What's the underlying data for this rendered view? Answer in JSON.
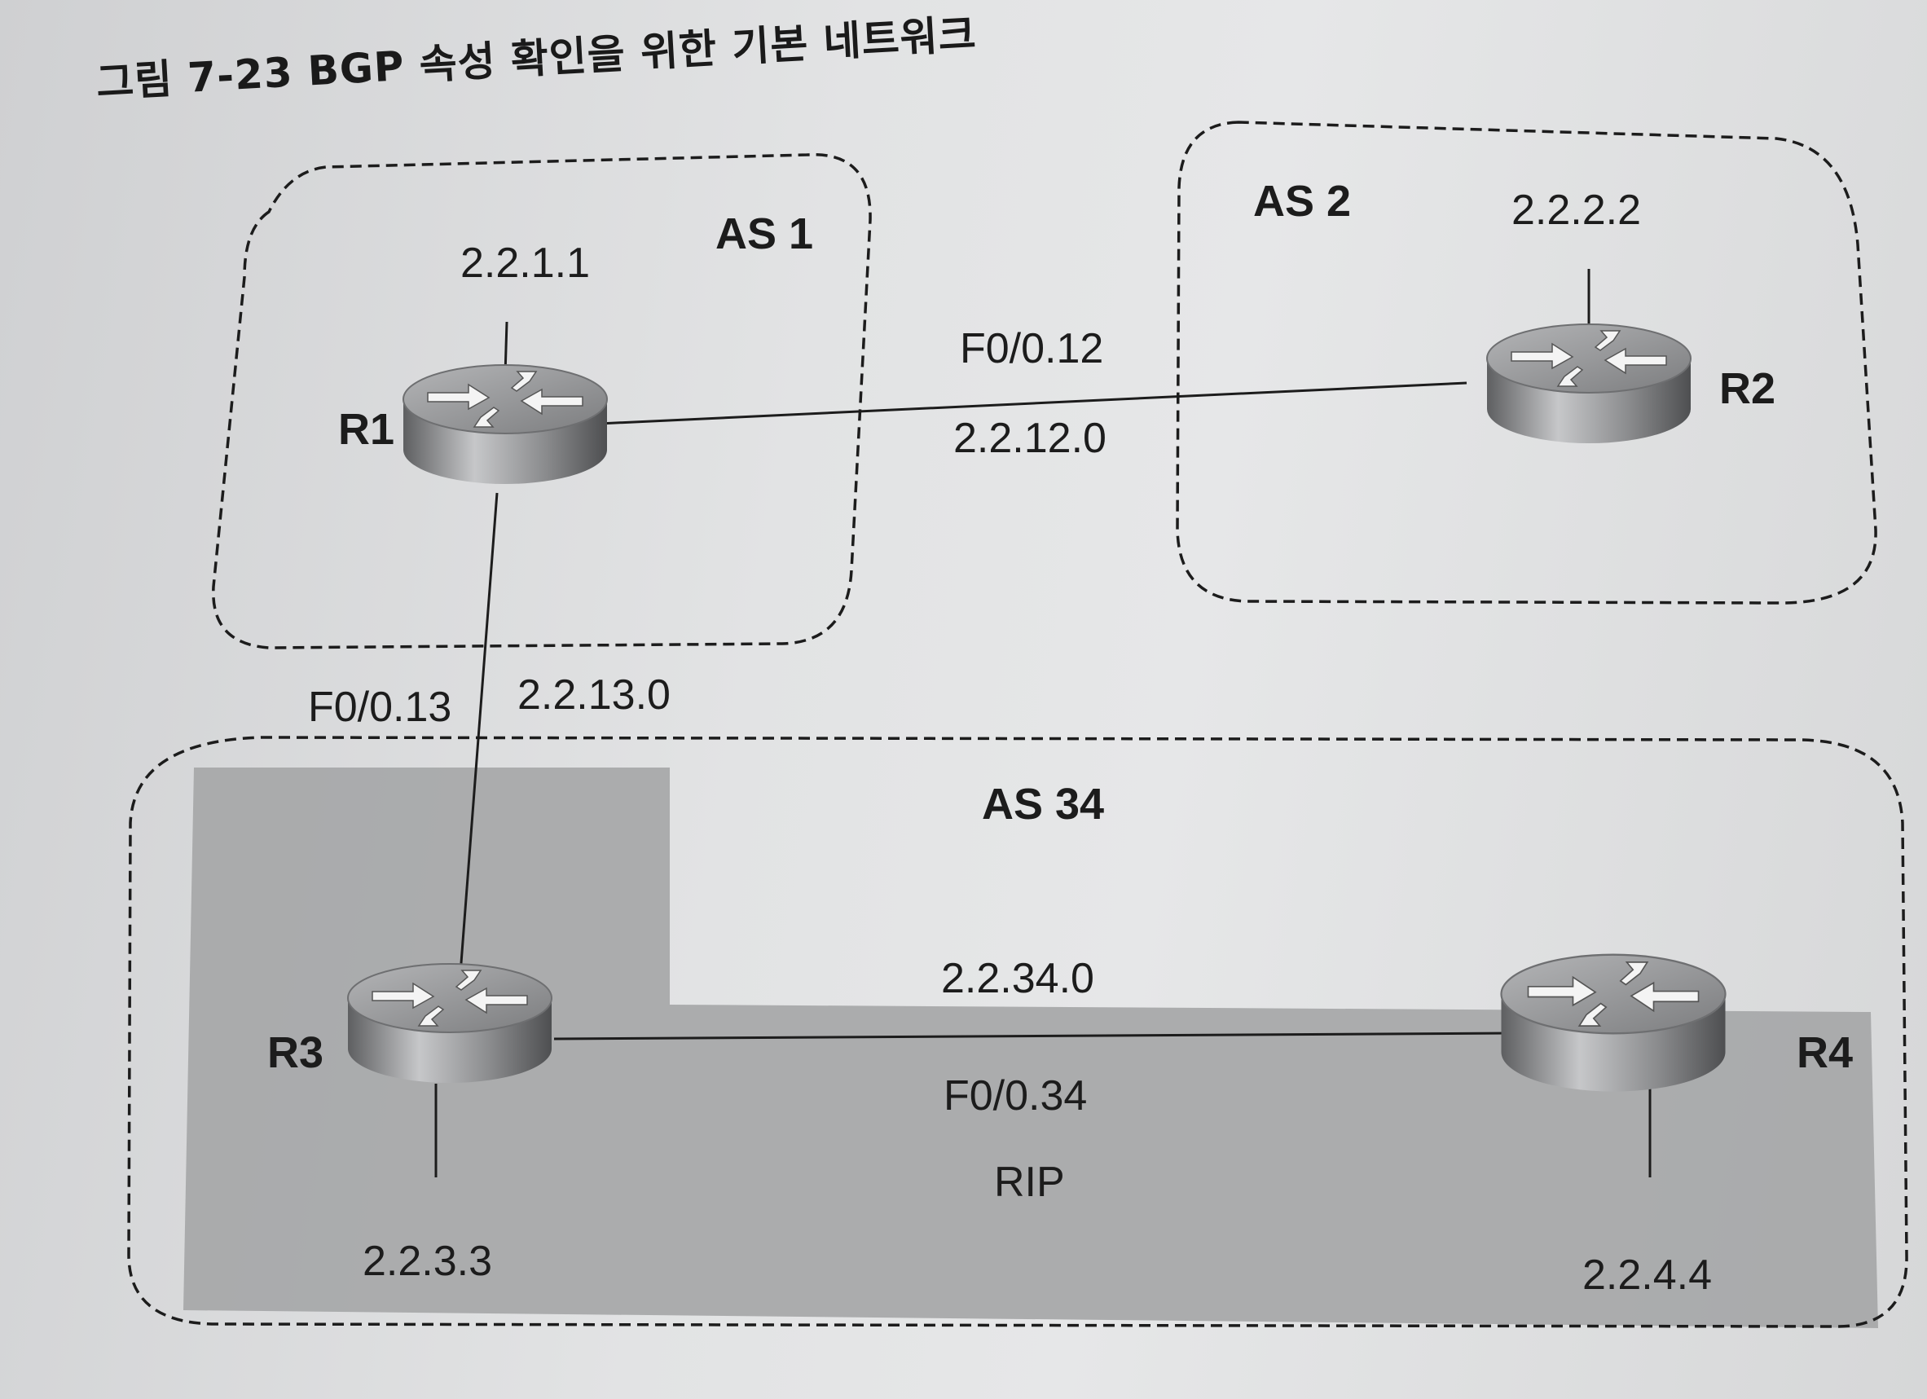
{
  "caption": "그림 7-23 BGP 속성 확인을 위한 기본 네트워크",
  "as_boxes": {
    "as1": "AS 1",
    "as2": "AS 2",
    "as34": "AS 34"
  },
  "routers": {
    "r1": {
      "name": "R1",
      "loopback": "2.2.1.1"
    },
    "r2": {
      "name": "R2",
      "loopback": "2.2.2.2"
    },
    "r3": {
      "name": "R3",
      "loopback": "2.2.3.3"
    },
    "r4": {
      "name": "R4",
      "loopback": "2.2.4.4"
    }
  },
  "links": {
    "r1_r2": {
      "interface": "F0/0.12",
      "network": "2.2.12.0"
    },
    "r1_r3": {
      "interface": "F0/0.13",
      "network": "2.2.13.0"
    },
    "r3_r4": {
      "network": "2.2.34.0",
      "interface": "F0/0.34",
      "protocol": "RIP"
    }
  },
  "colors": {
    "rip_shade": "#aaaaab",
    "line": "#1c1c1c",
    "router_body": "#8e8f91"
  }
}
